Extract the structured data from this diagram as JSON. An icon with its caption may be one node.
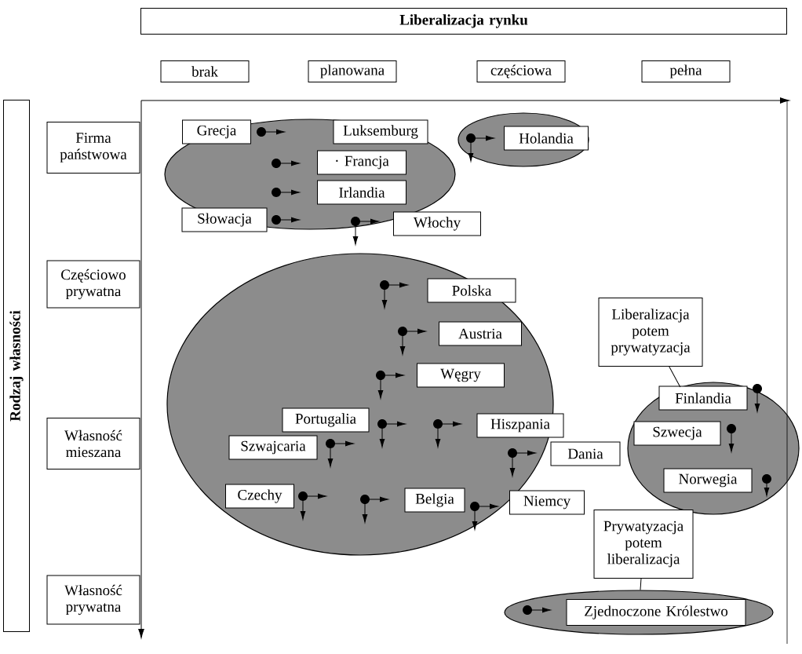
{
  "diagram": {
    "nodes": [
      {
        "text": [
          "Liberalizacja rynku"
        ]
      },
      {
        "text": [
          "brak"
        ]
      },
      {
        "text": [
          "planowana"
        ]
      },
      {
        "text": [
          "częściowa"
        ]
      },
      {
        "text": [
          "pełna"
        ]
      },
      {
        "text": [
          "Rodzaj własności"
        ]
      },
      {
        "text": [
          "Firma państwowa"
        ]
      },
      {
        "text": [],
        "shape": "ellipse"
      },
      {
        "text": [
          "Grecja"
        ]
      },
      {
        "text": [
          "Luksemburg"
        ],
        "in": 7
      },
      {
        "text": [
          "· Francja"
        ],
        "in": 7
      },
      {
        "text": [
          "Irlandia"
        ],
        "in": 7
      },
      {
        "text": [
          "Słowacja"
        ]
      },
      {
        "text": [
          "Włochy"
        ]
      },
      {
        "text": [],
        "shape": "ellipse"
      },
      {
        "text": [
          "Holandia"
        ],
        "in": 14
      },
      {
        "text": [
          "Częściowo prywatna"
        ]
      },
      {
        "text": [],
        "shape": "ellipse"
      },
      {
        "text": [
          "Polska"
        ],
        "in": 17
      },
      {
        "text": [
          "Austria"
        ],
        "in": 17
      },
      {
        "text": [
          "Węgry"
        ],
        "in": 17
      },
      {
        "text": [
          "Portugalia"
        ],
        "in": 17
      },
      {
        "text": [
          "Szwajcaria"
        ],
        "in": 17
      },
      {
        "text": [
          "Hiszpania"
        ]
      },
      {
        "text": [
          "Dania"
        ]
      },
      {
        "text": [
          "Czechy"
        ],
        "in": 17
      },
      {
        "text": [
          "Belgia"
        ],
        "in": 17
      },
      {
        "text": [
          "Niemcy"
        ]
      },
      {
        "text": [
          "Liberalizacja potem prywatyzacja"
        ]
      },
      {
        "text": [
          "Własność mieszana"
        ]
      },
      {
        "text": [],
        "shape": "ellipse"
      },
      {
        "text": [
          "Finlandia"
        ],
        "in": 30
      },
      {
        "text": [
          "Szwecja"
        ],
        "in": 30
      },
      {
        "text": [
          "Norwegia"
        ],
        "in": 30
      },
      {
        "text": [
          "Prywatyzacja potem liberalizacja"
        ]
      },
      {
        "text": [
          "Własność prywatna"
        ]
      },
      {
        "text": [],
        "shape": "ellipse"
      },
      {
        "text": [
          "Zjednoczone Królestwo"
        ],
        "in": 36
      }
    ],
    "edges": [
      {
        "from": 28,
        "to": 30,
        "arrow": "none"
      },
      {
        "from": 34,
        "to": 36,
        "arrow": "none"
      }
    ]
  }
}
